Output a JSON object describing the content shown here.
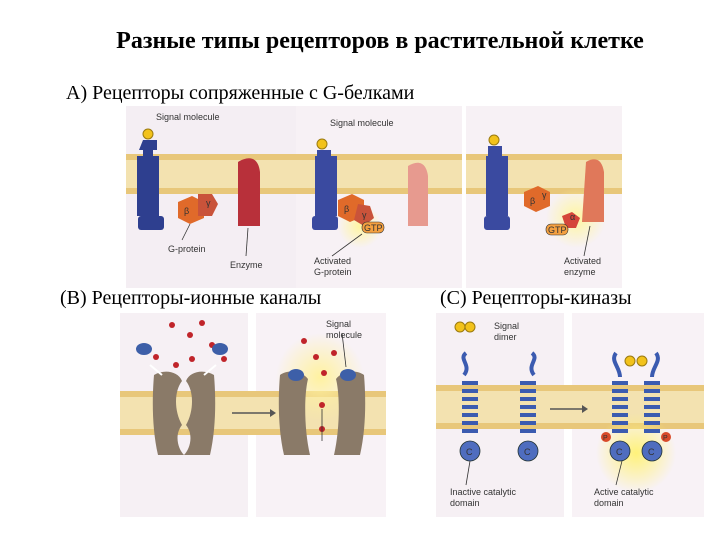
{
  "title": "Разные типы рецепторов в растительной клетке",
  "section_a": {
    "heading": "А) Рецепторы сопряженные с G-белками",
    "labels": {
      "signal_molecule_1": "Signal molecule",
      "signal_molecule_2": "Signal molecule",
      "g_protein": "G-protein",
      "enzyme": "Enzyme",
      "activated_g_protein": [
        "Activated",
        "G-protein"
      ],
      "activated_enzyme": [
        "Activated",
        "enzyme"
      ],
      "gtp_1": "GTP",
      "gtp_2": "GTP",
      "beta": "β",
      "gamma": "γ",
      "alpha": "α"
    }
  },
  "section_b": {
    "heading": "(B) Рецепторы-ионные каналы",
    "labels": {
      "signal_molecule": [
        "Signal",
        "molecule"
      ]
    }
  },
  "section_c": {
    "heading": "(C) Рецепторы-киназы",
    "labels": {
      "signal_dimer": [
        "Signal",
        "dimer"
      ],
      "inactive_domain": [
        "Inactive catalytic",
        "domain"
      ],
      "active_domain": [
        "Active catalytic",
        "domain"
      ],
      "c_letter": "C",
      "p_letter": "P"
    }
  },
  "colors": {
    "membrane_head": "#e8c77a",
    "membrane_tail": "#f3e2b0",
    "receptor_blue": "#2e3f8f",
    "g_protein_orange": "#e06a2a",
    "enzyme_red": "#b8303a",
    "glow_yellow": "#fff17a",
    "channel_brown": "#8a7a68",
    "kinase_blue": "#3b5bb0",
    "dimer_yellow": "#f2c21b",
    "panel_bg": "#f6f0f4"
  }
}
